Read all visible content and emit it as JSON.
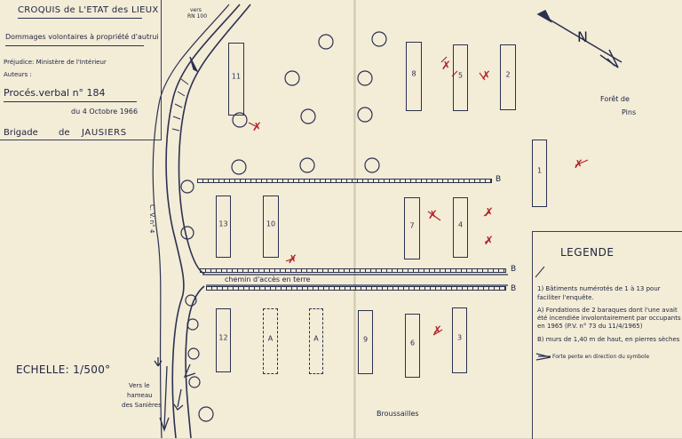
{
  "header": {
    "title": "CROQUIS de L'ETAT des LIEUX",
    "subtitle": "Dommages volontaires à propriété d'autrui",
    "prejudice": "Préjudice: Ministère de l'Intérieur",
    "auteurs": "Auteurs :",
    "proces": "Procés.verbal n° 184",
    "date": "du 4 Octobre 1966",
    "brigade_label": "Brigade",
    "brigade_de": "de",
    "brigade_name": "JAUSIERS"
  },
  "labels": {
    "vers_rn": "vers",
    "vers_rn2": "RN 100",
    "foret": "Forêt de",
    "foret2": "Pins",
    "chemin": "chemin d'accès en terre",
    "cv4": "C. V. n° 4",
    "broussailles": "Broussailles",
    "vers_saniere1": "Vers le",
    "vers_saniere2": "hameau",
    "vers_saniere3": "des Sanières",
    "wall_b": "B",
    "north": "N"
  },
  "scale": "ECHELLE: 1/500°",
  "legend": {
    "title": "LEGENDE",
    "items": [
      "1) Bâtiments numérotés de 1 à 13 pour faciliter l'enquête.",
      "A) Fondations de 2 baraques dont l'une avait été incendiée involontairement par occupants en 1965 (P.V. n° 73 du 11/4/1965)",
      "B) murs de 1,40 m de haut, en pierres sèches",
      "Forte pente en direction du symbole"
    ]
  },
  "buildings": [
    "1",
    "2",
    "3",
    "4",
    "5",
    "6",
    "7",
    "8",
    "9",
    "10",
    "11",
    "12",
    "13"
  ],
  "foundations": [
    "A",
    "A"
  ],
  "damage_mark": "✗"
}
